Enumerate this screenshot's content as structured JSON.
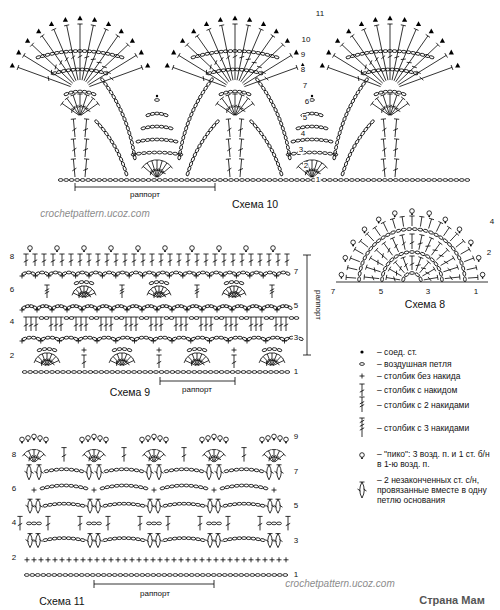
{
  "diagram": {
    "labels": [
      "1",
      "2",
      "3",
      "4",
      "5",
      "6",
      "7",
      "8",
      "9",
      "10",
      "11",
      "раппорт",
      "Схема 10",
      "crochetpattern.ucoz.com",
      "8",
      "7",
      "6",
      "5",
      "4",
      "3",
      "2",
      "1",
      "раппорт",
      "раппорт",
      "Схема 9",
      "4",
      "2",
      "7",
      "5",
      "3",
      "1",
      "Схема 8",
      "9",
      "8",
      "7",
      "6",
      "5",
      "4",
      "3",
      "2",
      "1",
      "раппорт",
      "Схема 11",
      "crochetpattern.ucoz.com",
      "Страна Мам"
    ],
    "legend": [
      {
        "text": "– соед. ст."
      },
      {
        "text": "– воздушная петля"
      },
      {
        "text": "– столбик без накида"
      },
      {
        "text": "– столбик с накидом"
      },
      {
        "text": "– столбик с 2 накидами"
      },
      {
        "text": "– столбик с 3 накидами"
      },
      {
        "text": "– \"пико\": 3 возд. п. и 1 ст. б/н в 1-ю возд. п."
      },
      {
        "text": "– 2 незаконченных ст. с/н, провязанные вместе в одну петлю основания"
      }
    ]
  }
}
